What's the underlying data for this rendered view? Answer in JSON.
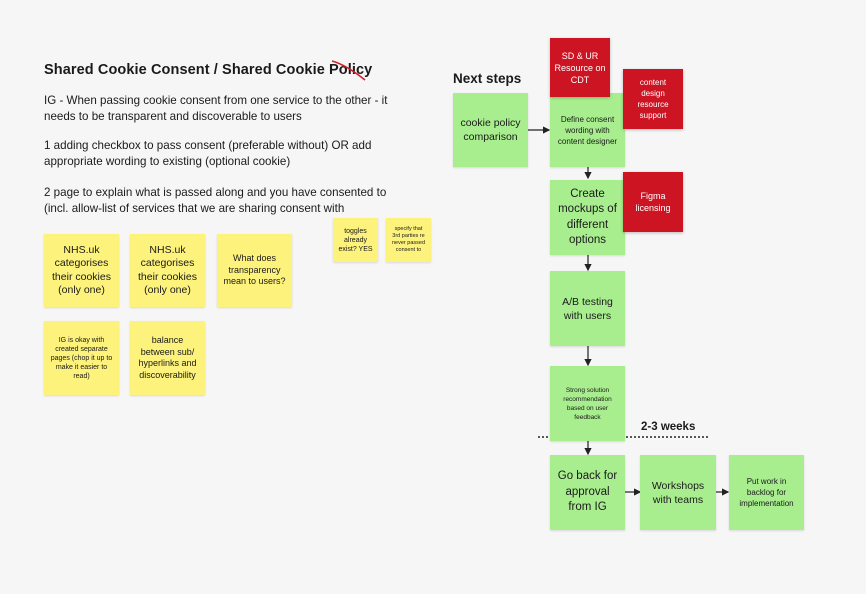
{
  "title": {
    "part1": "Shared Cookie Consent  / Shared Cookie ",
    "struck": "Policy"
  },
  "paragraphs": [
    "IG - When passing cookie consent from one service to the other - it needs to be transparent and discoverable to users",
    "1 adding checkbox to pass consent (preferable without) OR add appropriate wording to existing (optional cookie)",
    "2 page to explain what is passed along and you have consented to (incl. allow-list of services that we are sharing consent with"
  ],
  "stickies": [
    "NHS.uk categorises their cookies (only one)",
    "NHS.uk categorises their cookies (only one)",
    "What does transparency mean to users?",
    "toggles already exist? YES",
    "specify that 3rd parties re never passed consent to",
    "IG is okay with created separate pages (chop it up to make it easier to read)",
    "balance between sub/ hyperlinks and discoverability"
  ],
  "next_steps": {
    "heading": "Next steps",
    "duration_label": "2-3 weeks",
    "steps": [
      "cookie policy comparison",
      "Define consent wording with content designer",
      "Create mockups of different options",
      "A/B testing with users",
      "Strong solution recommendation based on user feedback",
      "Go back for approval from IG",
      "Workshops with teams",
      "Put work in backlog for implementation"
    ],
    "resources": [
      "SD & UR Resource on CDT",
      "content design resource support",
      "Figma licensing"
    ]
  },
  "colors": {
    "sticky_yellow": "#fdf27c",
    "step_green": "#a8ee8e",
    "resource_red": "#cc1422",
    "strike_red": "#d0202a"
  }
}
